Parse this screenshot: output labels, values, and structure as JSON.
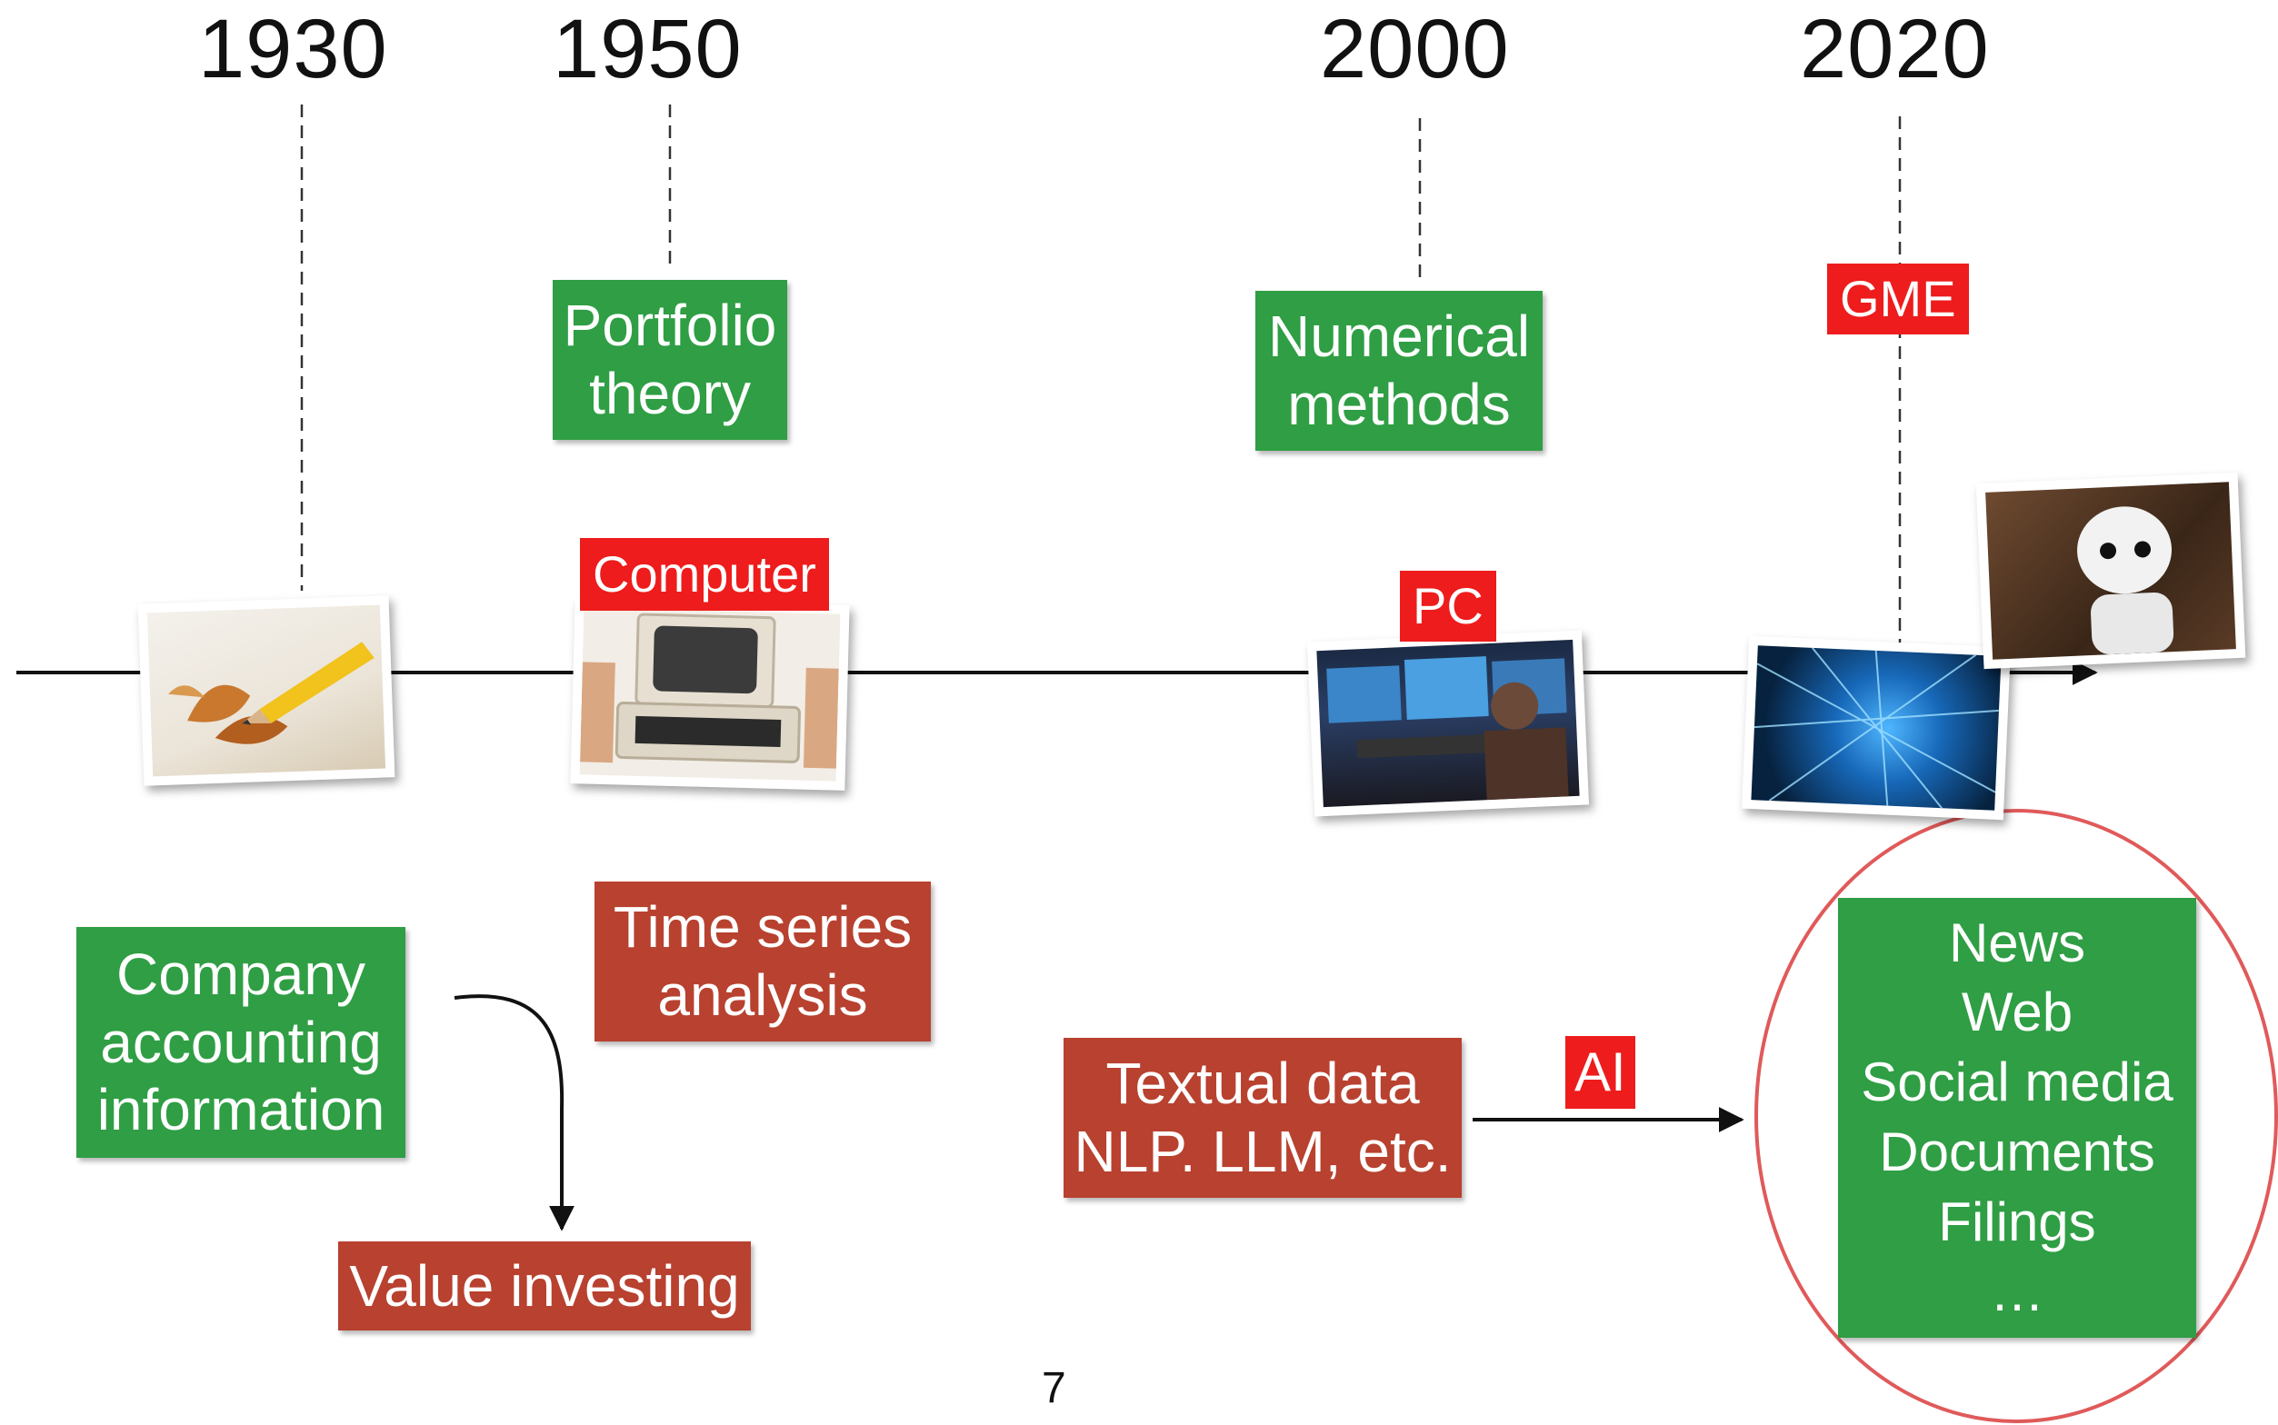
{
  "years": [
    "1930",
    "1950",
    "2000",
    "2020"
  ],
  "boxes": {
    "portfolio_theory": "Portfolio\ntheory",
    "numerical_methods": "Numerical\nmethods",
    "company_accounting": "Company\naccounting\ninformation",
    "time_series": "Time series\nanalysis",
    "value_investing": "Value investing",
    "textual_data": "Textual data\nNLP. LLM, etc.",
    "data_sources": "News\nWeb\nSocial media\nDocuments\nFilings\n…"
  },
  "tags": {
    "computer": "Computer",
    "pc": "PC",
    "gme": "GME",
    "ai": "AI"
  },
  "page_number": "7",
  "colors": {
    "green_box": "#2f9e44",
    "brick_box": "#b8412f",
    "red_tag": "#ee1c1c",
    "ellipse_outline": "#e05a5a"
  }
}
